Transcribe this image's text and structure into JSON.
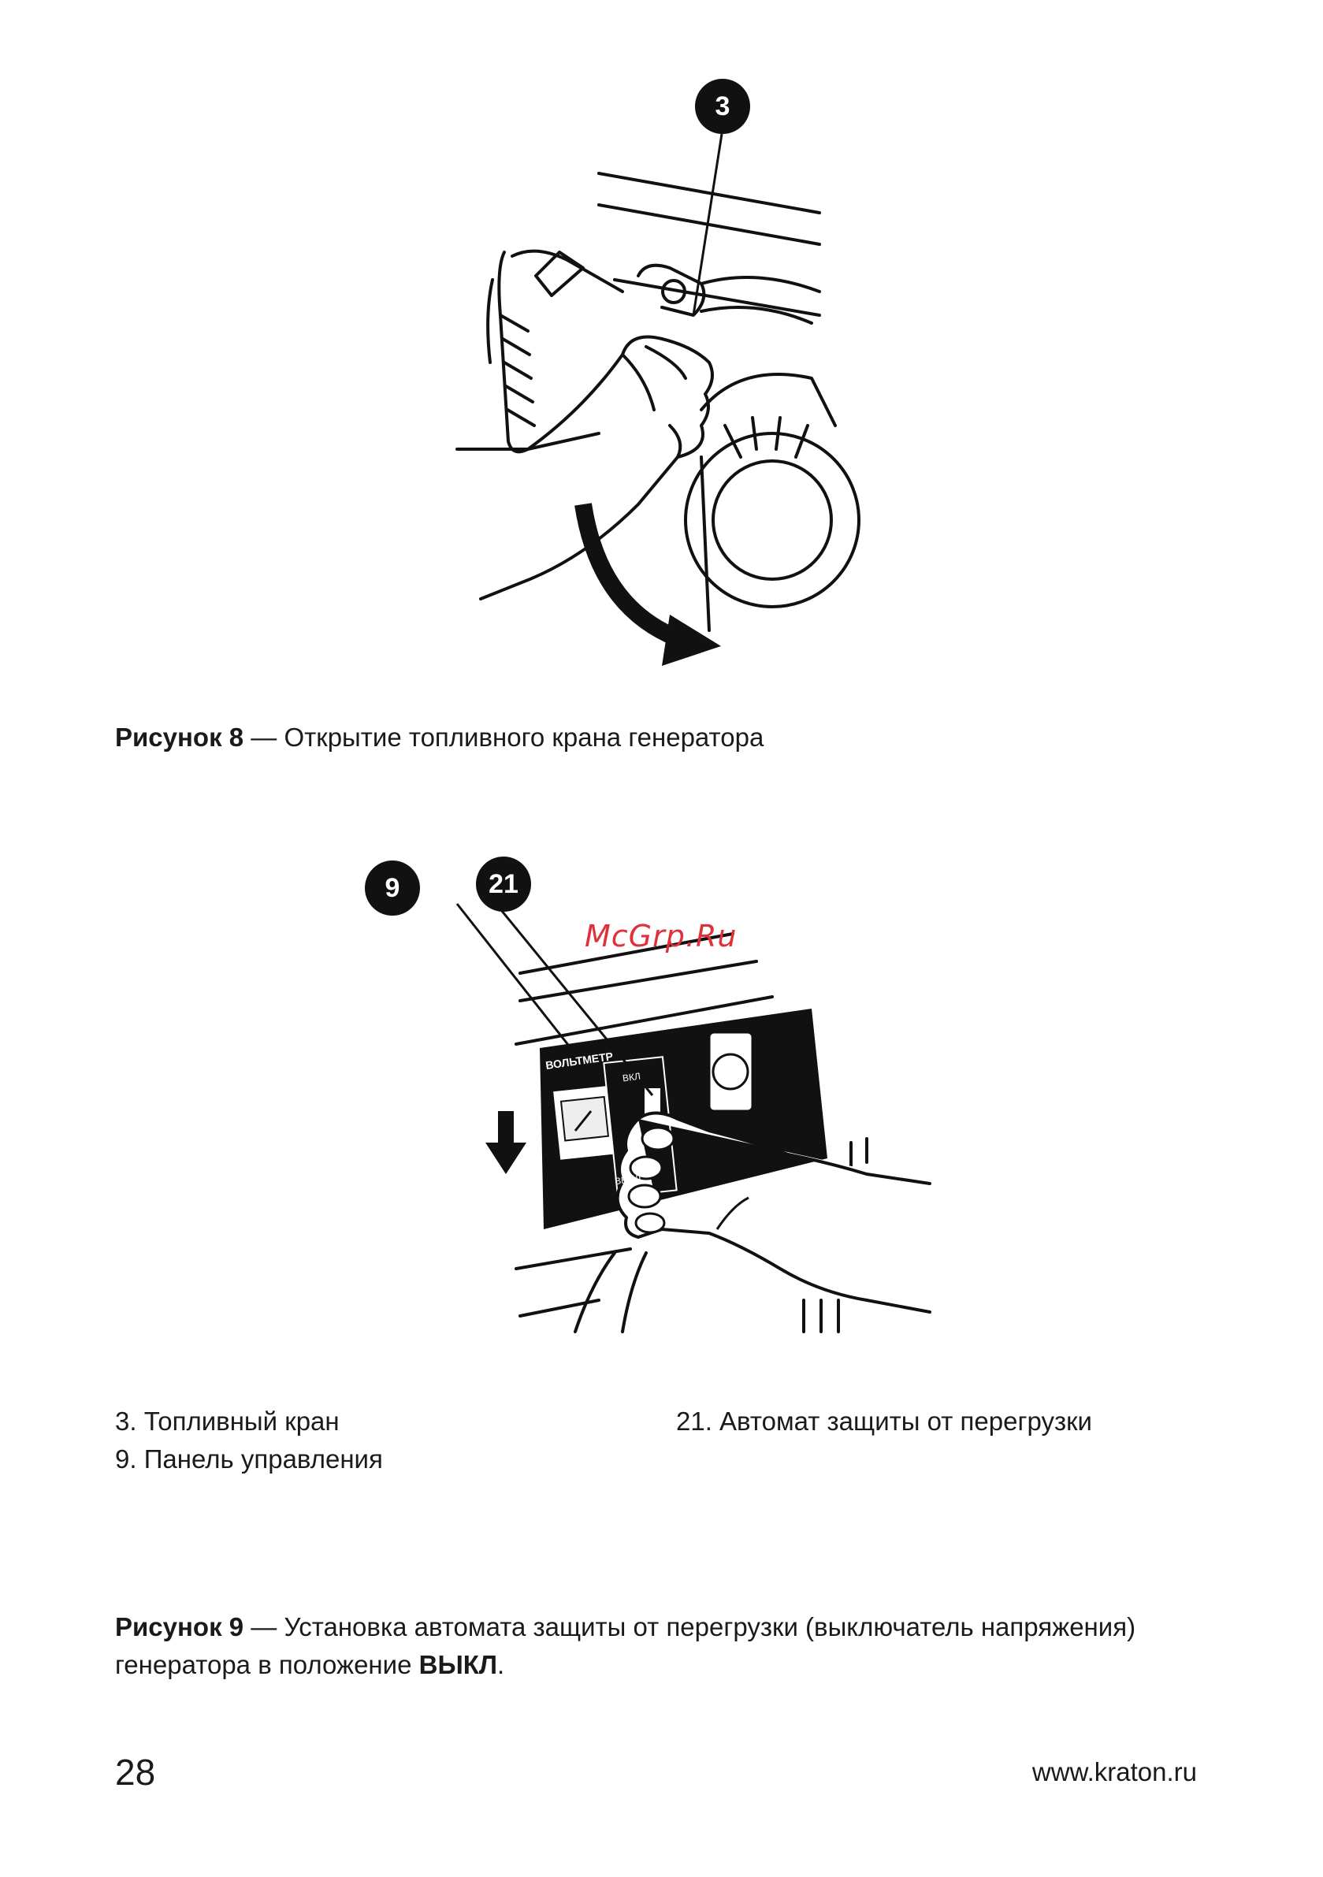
{
  "figure8": {
    "callout": "3",
    "caption_bold": "Рисунок 8",
    "caption_text": " — Открытие топливного крана генератора"
  },
  "figure9": {
    "callout_a": "9",
    "callout_b": "21",
    "watermark": "McGrp.Ru",
    "panel_label_voltmeter": "ВОЛЬТМЕТР",
    "panel_label_on": "ВКЛ",
    "panel_label_off": "ВЫКЛ",
    "caption_bold": "Рисунок 9",
    "caption_text": " — Установка автомата защиты от перегрузки (выключатель напряжения)",
    "caption_line2_start": "генератора в положение ",
    "caption_line2_bold": "ВЫКЛ",
    "caption_line2_end": "."
  },
  "legend": {
    "item_3": "3. Топливный кран",
    "item_9": "9. Панель управления",
    "item_21": "21. Автомат защиты от перегрузки"
  },
  "footer": {
    "page_number": "28",
    "website": "www.kraton.ru"
  }
}
